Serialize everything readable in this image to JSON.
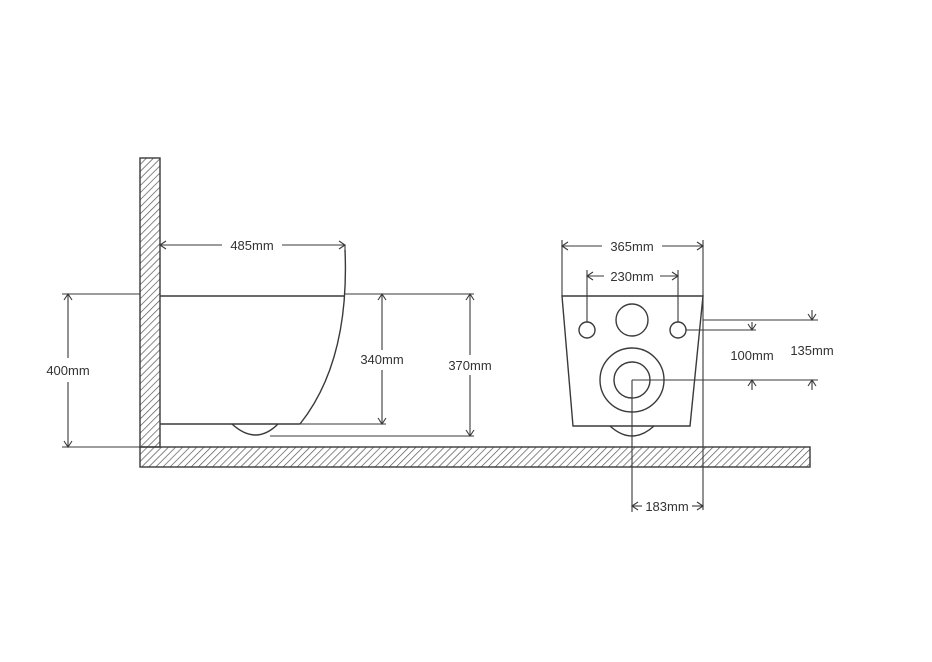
{
  "colors": {
    "line": "#3a3a3a",
    "hatch": "#555555",
    "background": "#ffffff",
    "text": "#333333"
  },
  "side_view": {
    "depth_label": "485mm",
    "total_height_label": "400mm",
    "bowl_height_label": "340mm",
    "rim_height_label": "370mm"
  },
  "front_view": {
    "width_label": "365mm",
    "fixing_spacing_label": "230mm",
    "fixing_height_label": "100mm",
    "inlet_height_label": "135mm",
    "outlet_offset_label": "183mm"
  }
}
